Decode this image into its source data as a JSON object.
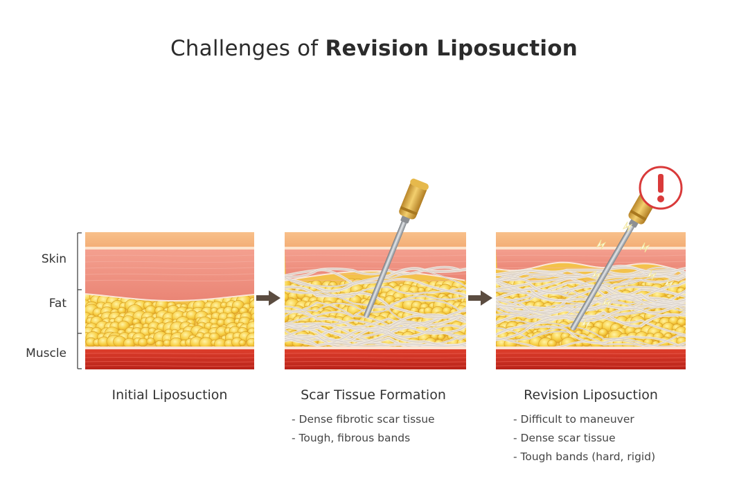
{
  "title": {
    "prefix": "Challenges of ",
    "bold": "Revision Liposuction"
  },
  "layers": {
    "skin": "Skin",
    "fat": "Fat",
    "muscle": "Muscle"
  },
  "panels": [
    {
      "caption": "Initial Liposuction",
      "bullets": []
    },
    {
      "caption": "Scar Tissue Formation",
      "bullets": [
        "- Dense fibrotic scar tissue",
        "- Tough, fibrous bands"
      ]
    },
    {
      "caption": "Revision Liposuction",
      "bullets": [
        "- Difficult to maneuver",
        "- Dense scar tissue",
        "- Tough bands (hard, rigid)"
      ]
    }
  ],
  "colors": {
    "skin_top": "#f6b983",
    "dermis": "#ef8f80",
    "fat": "#f6cd48",
    "muscle": "#d42f22",
    "scar": "#e9e3dc",
    "cannula_handle": "#d7a43a",
    "warning": "#d93a3a"
  },
  "icons": {
    "arrow": "arrow-right-icon",
    "warning": "exclamation-circle-icon"
  }
}
